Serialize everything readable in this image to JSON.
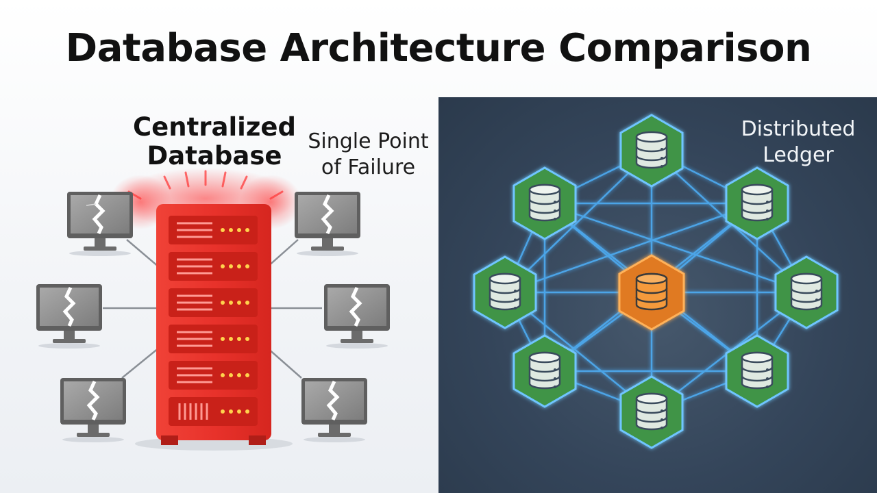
{
  "title": "Database Architecture Comparison",
  "centralized": {
    "title_line1": "Centralized",
    "title_line2": "Database",
    "failure_line1": "Single Point",
    "failure_line2": "of Failure",
    "server_rack_units": 6,
    "client_count": 6,
    "colors": {
      "server": "#e8322b",
      "glow": "#ff2a2a",
      "monitor": "#6e6e6e"
    }
  },
  "distributed": {
    "label_line1": "Distributed",
    "label_line2": "Ledger",
    "peer_node_count": 8,
    "colors": {
      "node": "#3f9447",
      "center_node": "#f0892a",
      "link": "#4fb4ff",
      "background": "#34455a"
    }
  }
}
